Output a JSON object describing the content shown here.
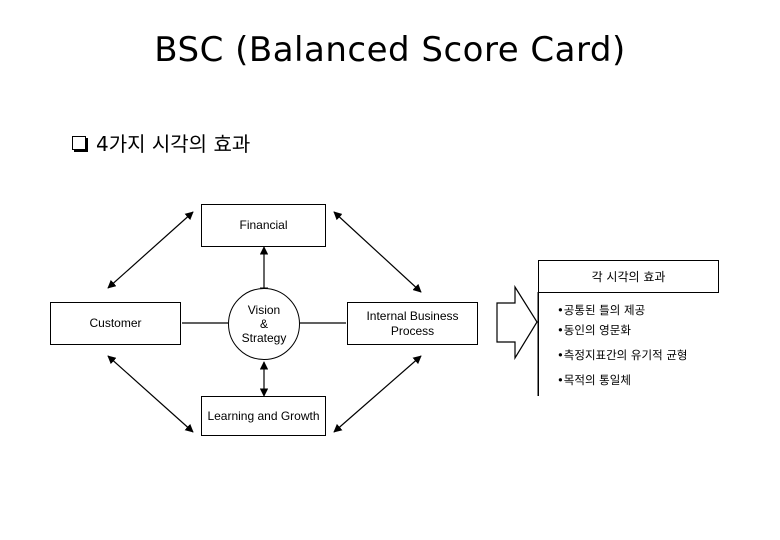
{
  "title": "BSC (Balanced Score Card)",
  "subtitle": "4가지 시각의 효과",
  "nodes": {
    "financial": "Financial",
    "customer": "Customer",
    "vision": [
      "Vision",
      "&",
      "Strategy"
    ],
    "internal": [
      "Internal Business",
      "Process"
    ],
    "learning": "Learning and Growth"
  },
  "effects": {
    "header": "각 시각의 효과",
    "items": [
      "•공통된 틀의 제공",
      "•동인의 영문화",
      "•측정지표간의 유기적 균형",
      "•목적의 통일체"
    ]
  }
}
